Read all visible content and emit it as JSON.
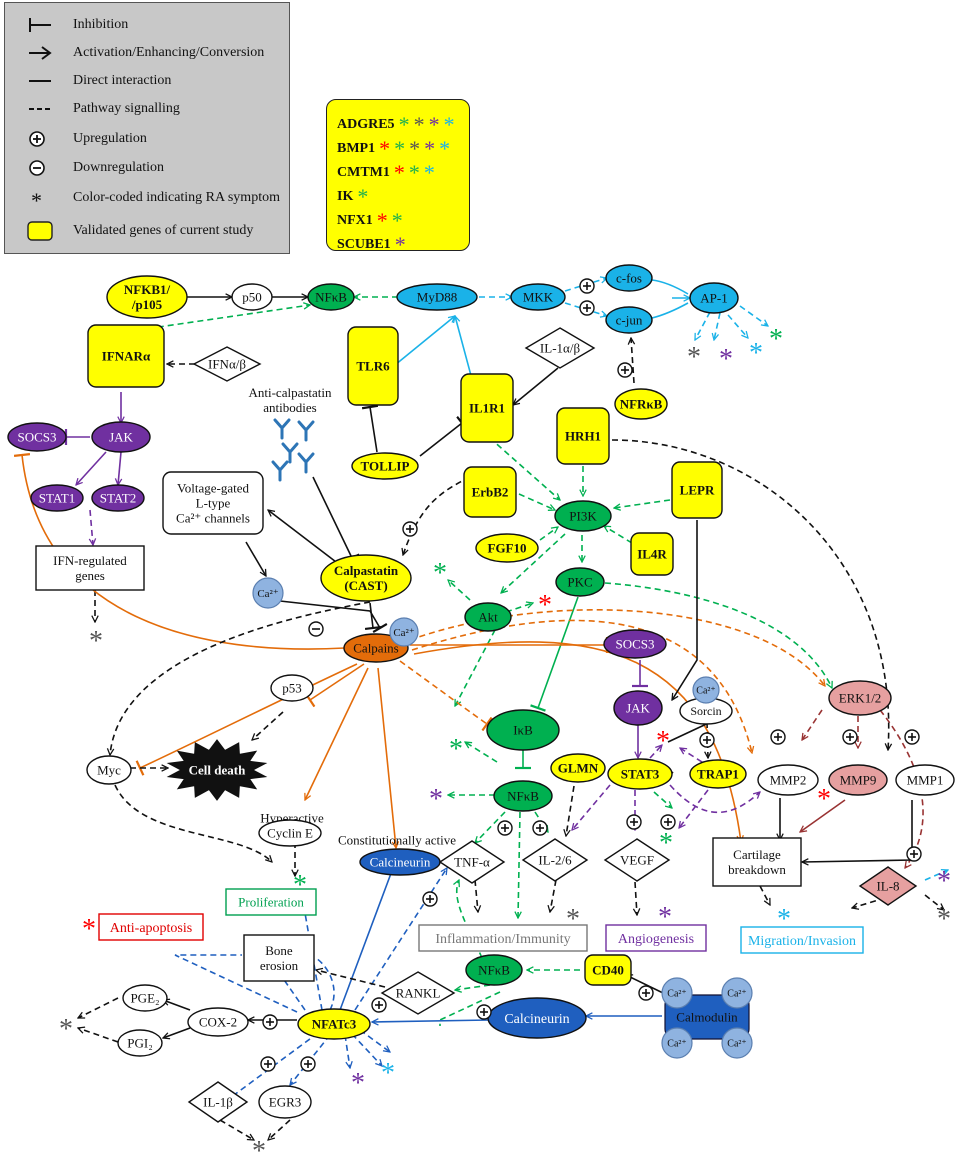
{
  "legend": {
    "items": [
      {
        "symbol": "inhibition-icon",
        "label": "Inhibition"
      },
      {
        "symbol": "arrow-icon",
        "label": "Activation/Enhancing/Conversion"
      },
      {
        "symbol": "line-icon",
        "label": "Direct interaction"
      },
      {
        "symbol": "dashed-line-icon",
        "label": "Pathway signalling"
      },
      {
        "symbol": "circled-plus-icon",
        "label": "Upregulation"
      },
      {
        "symbol": "circled-minus-icon",
        "label": "Downregulation"
      },
      {
        "symbol": "asterisk-icon",
        "label": "Color-coded indicating RA symptom"
      },
      {
        "symbol": "yellow-box-icon",
        "label": "Validated genes of current study"
      }
    ]
  },
  "genes": [
    {
      "name": "ADGRE5",
      "stars": [
        "#22b14c",
        "#555555",
        "#7030a0",
        "#1ab2e8"
      ]
    },
    {
      "name": "BMP1",
      "stars": [
        "#ff0000",
        "#22b14c",
        "#555555",
        "#7030a0",
        "#1ab2e8"
      ]
    },
    {
      "name": "CMTM1",
      "stars": [
        "#ff0000",
        "#22b14c",
        "#1ab2e8"
      ]
    },
    {
      "name": "IK",
      "stars": [
        "#22b14c"
      ]
    },
    {
      "name": "NFX1",
      "stars": [
        "#ff0000",
        "#22b14c"
      ]
    },
    {
      "name": "SCUBE1",
      "stars": [
        "#7030a0"
      ]
    }
  ],
  "colors": {
    "yellow": "#ffff00",
    "green": "#00b050",
    "purple": "#7030a0",
    "cyan": "#1ab2e8",
    "orange": "#e36c0a",
    "pink": "#e6a0a0",
    "blue": "#1f5fbf",
    "lightblue": "#8fb3e0",
    "red": "#ff0000",
    "gray": "#555555"
  },
  "nodes": {
    "nfkb1": "NFKB1/\n/p105",
    "p50": "p50",
    "nfkb_top": "NFκB",
    "myd88": "MyD88",
    "mkk": "MKK",
    "cfos": "c-fos",
    "cjun": "c-jun",
    "ap1": "AP-1",
    "ifnar": "IFNARα",
    "ifnab": "IFNα/β",
    "tlr6": "TLR6",
    "il1ab": "IL-1α/β",
    "nfrkb": "NFRκB",
    "il1r1": "IL1R1",
    "tollip": "TOLLIP",
    "hrh1": "HRH1",
    "socs3_left": "SOCS3",
    "jak_left": "JAK",
    "stat1": "STAT1",
    "stat2": "STAT2",
    "ifn_genes": "IFN-regulated\ngenes",
    "anti_calp": "Anti-calpastatin\nantibodies",
    "vgcc": "Voltage-gated\nL-type\nCa²⁺ channels",
    "erbb2": "ErbB2",
    "lepr": "LEPR",
    "pi3k": "PI3K",
    "fgf10": "FGF10",
    "il4r": "IL4R",
    "ca_left": "Ca²⁺",
    "calpastatin": "Calpastatin\n(CAST)",
    "pkc": "PKC",
    "akt": "Akt",
    "calpains": "Calpains",
    "ca_calp": "Ca²⁺",
    "socs3_mid": "SOCS3",
    "sorcin": "Sorcin",
    "ca_sorcin": "Ca²⁺",
    "jak_mid": "JAK",
    "erk": "ERK1/2",
    "p53": "p53",
    "myc": "Myc",
    "cell_death": "Cell death",
    "ikb": "IκB",
    "glmn": "GLMN",
    "trap1": "TRAP1",
    "stat3": "STAT3",
    "mmp2": "MMP2",
    "mmp9": "MMP9",
    "mmp1": "MMP1",
    "nfkb_mid": "NFκB",
    "hyper_label": "Hyperactive",
    "cyclin": "Cyclin E",
    "const_label": "Constitutionally active",
    "calcineurin_top": "Calcineurin",
    "tnfa": "TNF-α",
    "il26": "IL-2/6",
    "vegf": "VEGF",
    "cartilage": "Cartilage\nbreakdown",
    "proliferation": "Proliferation",
    "il8": "IL-8",
    "anti_apoptosis": "Anti-apoptosis",
    "bone": "Bone\nerosion",
    "inflammation": "Inflammation/Immunity",
    "angiogenesis": "Angiogenesis",
    "migration": "Migration/Invasion",
    "nfkb_low": "NFκB",
    "cd40": "CD40",
    "rankl": "RANKL",
    "pge2": "PGE₂",
    "cox2": "COX-2",
    "pgi2": "PGI₂",
    "nfatc3": "NFATc3",
    "calcineurin_low": "Calcineurin",
    "calmodulin": "Calmodulin",
    "ca_cm": "Ca²⁺",
    "il1b": "IL-1β",
    "egr3": "EGR3"
  }
}
